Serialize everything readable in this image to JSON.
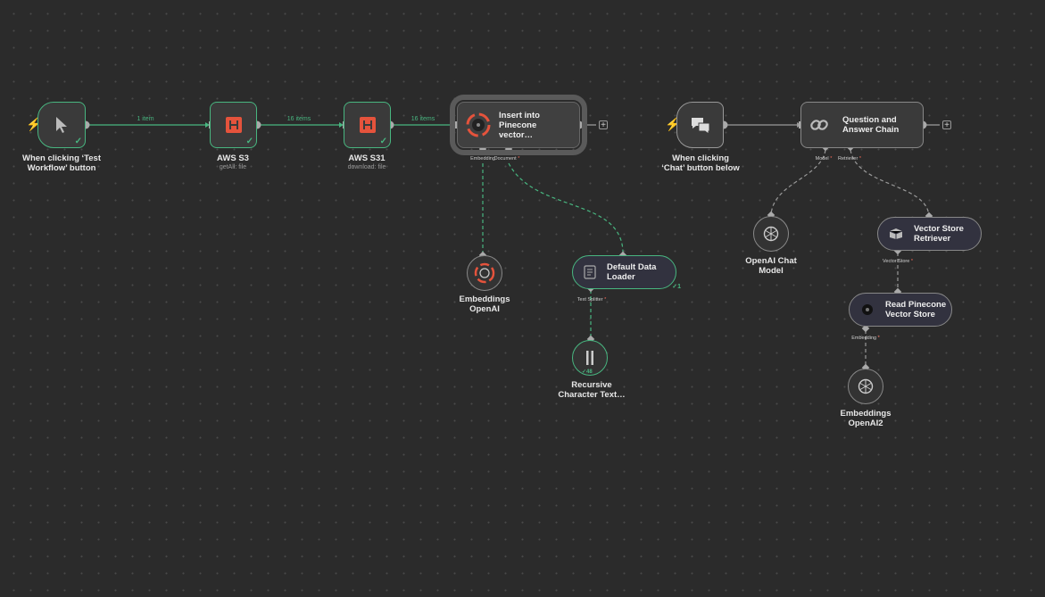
{
  "nodes": {
    "manual_trigger": {
      "title": "When clicking ‘Test Workflow’ button"
    },
    "s3": {
      "title": "AWS S3",
      "subtitle": "getAll: file"
    },
    "s31": {
      "title": "AWS S31",
      "subtitle": "download: file"
    },
    "insert": {
      "title": "Insert into Pinecone vector…",
      "port_embedding": "Embedding",
      "port_document": "Document",
      "required": "*"
    },
    "embeddings1": {
      "title": "Embeddings OpenAI"
    },
    "loader": {
      "title": "Default Data Loader",
      "port_text_splitter": "Text Splitter",
      "required": "*",
      "badge": "1"
    },
    "splitter": {
      "title": "Recursive Character Text…",
      "badge": "48"
    },
    "chat_trigger": {
      "title": "When clicking ‘Chat’ button below"
    },
    "qa_chain": {
      "title": "Question and Answer Chain",
      "port_model": "Model",
      "port_retriever": "Retriever",
      "required": "*"
    },
    "chat_model": {
      "title": "OpenAI Chat Model"
    },
    "retriever": {
      "title": "Vector Store Retriever",
      "port_vector_store": "Vector Store",
      "required": "*"
    },
    "read_pinecone": {
      "title": "Read Pinecone Vector Store",
      "port_embedding": "Embedding",
      "required": "*"
    },
    "embeddings2": {
      "title": "Embeddings OpenAI2"
    }
  },
  "edges": {
    "e1": "1 item",
    "e2": "16 items",
    "e3": "16 items"
  },
  "colors": {
    "success": "#48b680",
    "trigger": "#ff6d5a",
    "aws": "#e5533c"
  }
}
